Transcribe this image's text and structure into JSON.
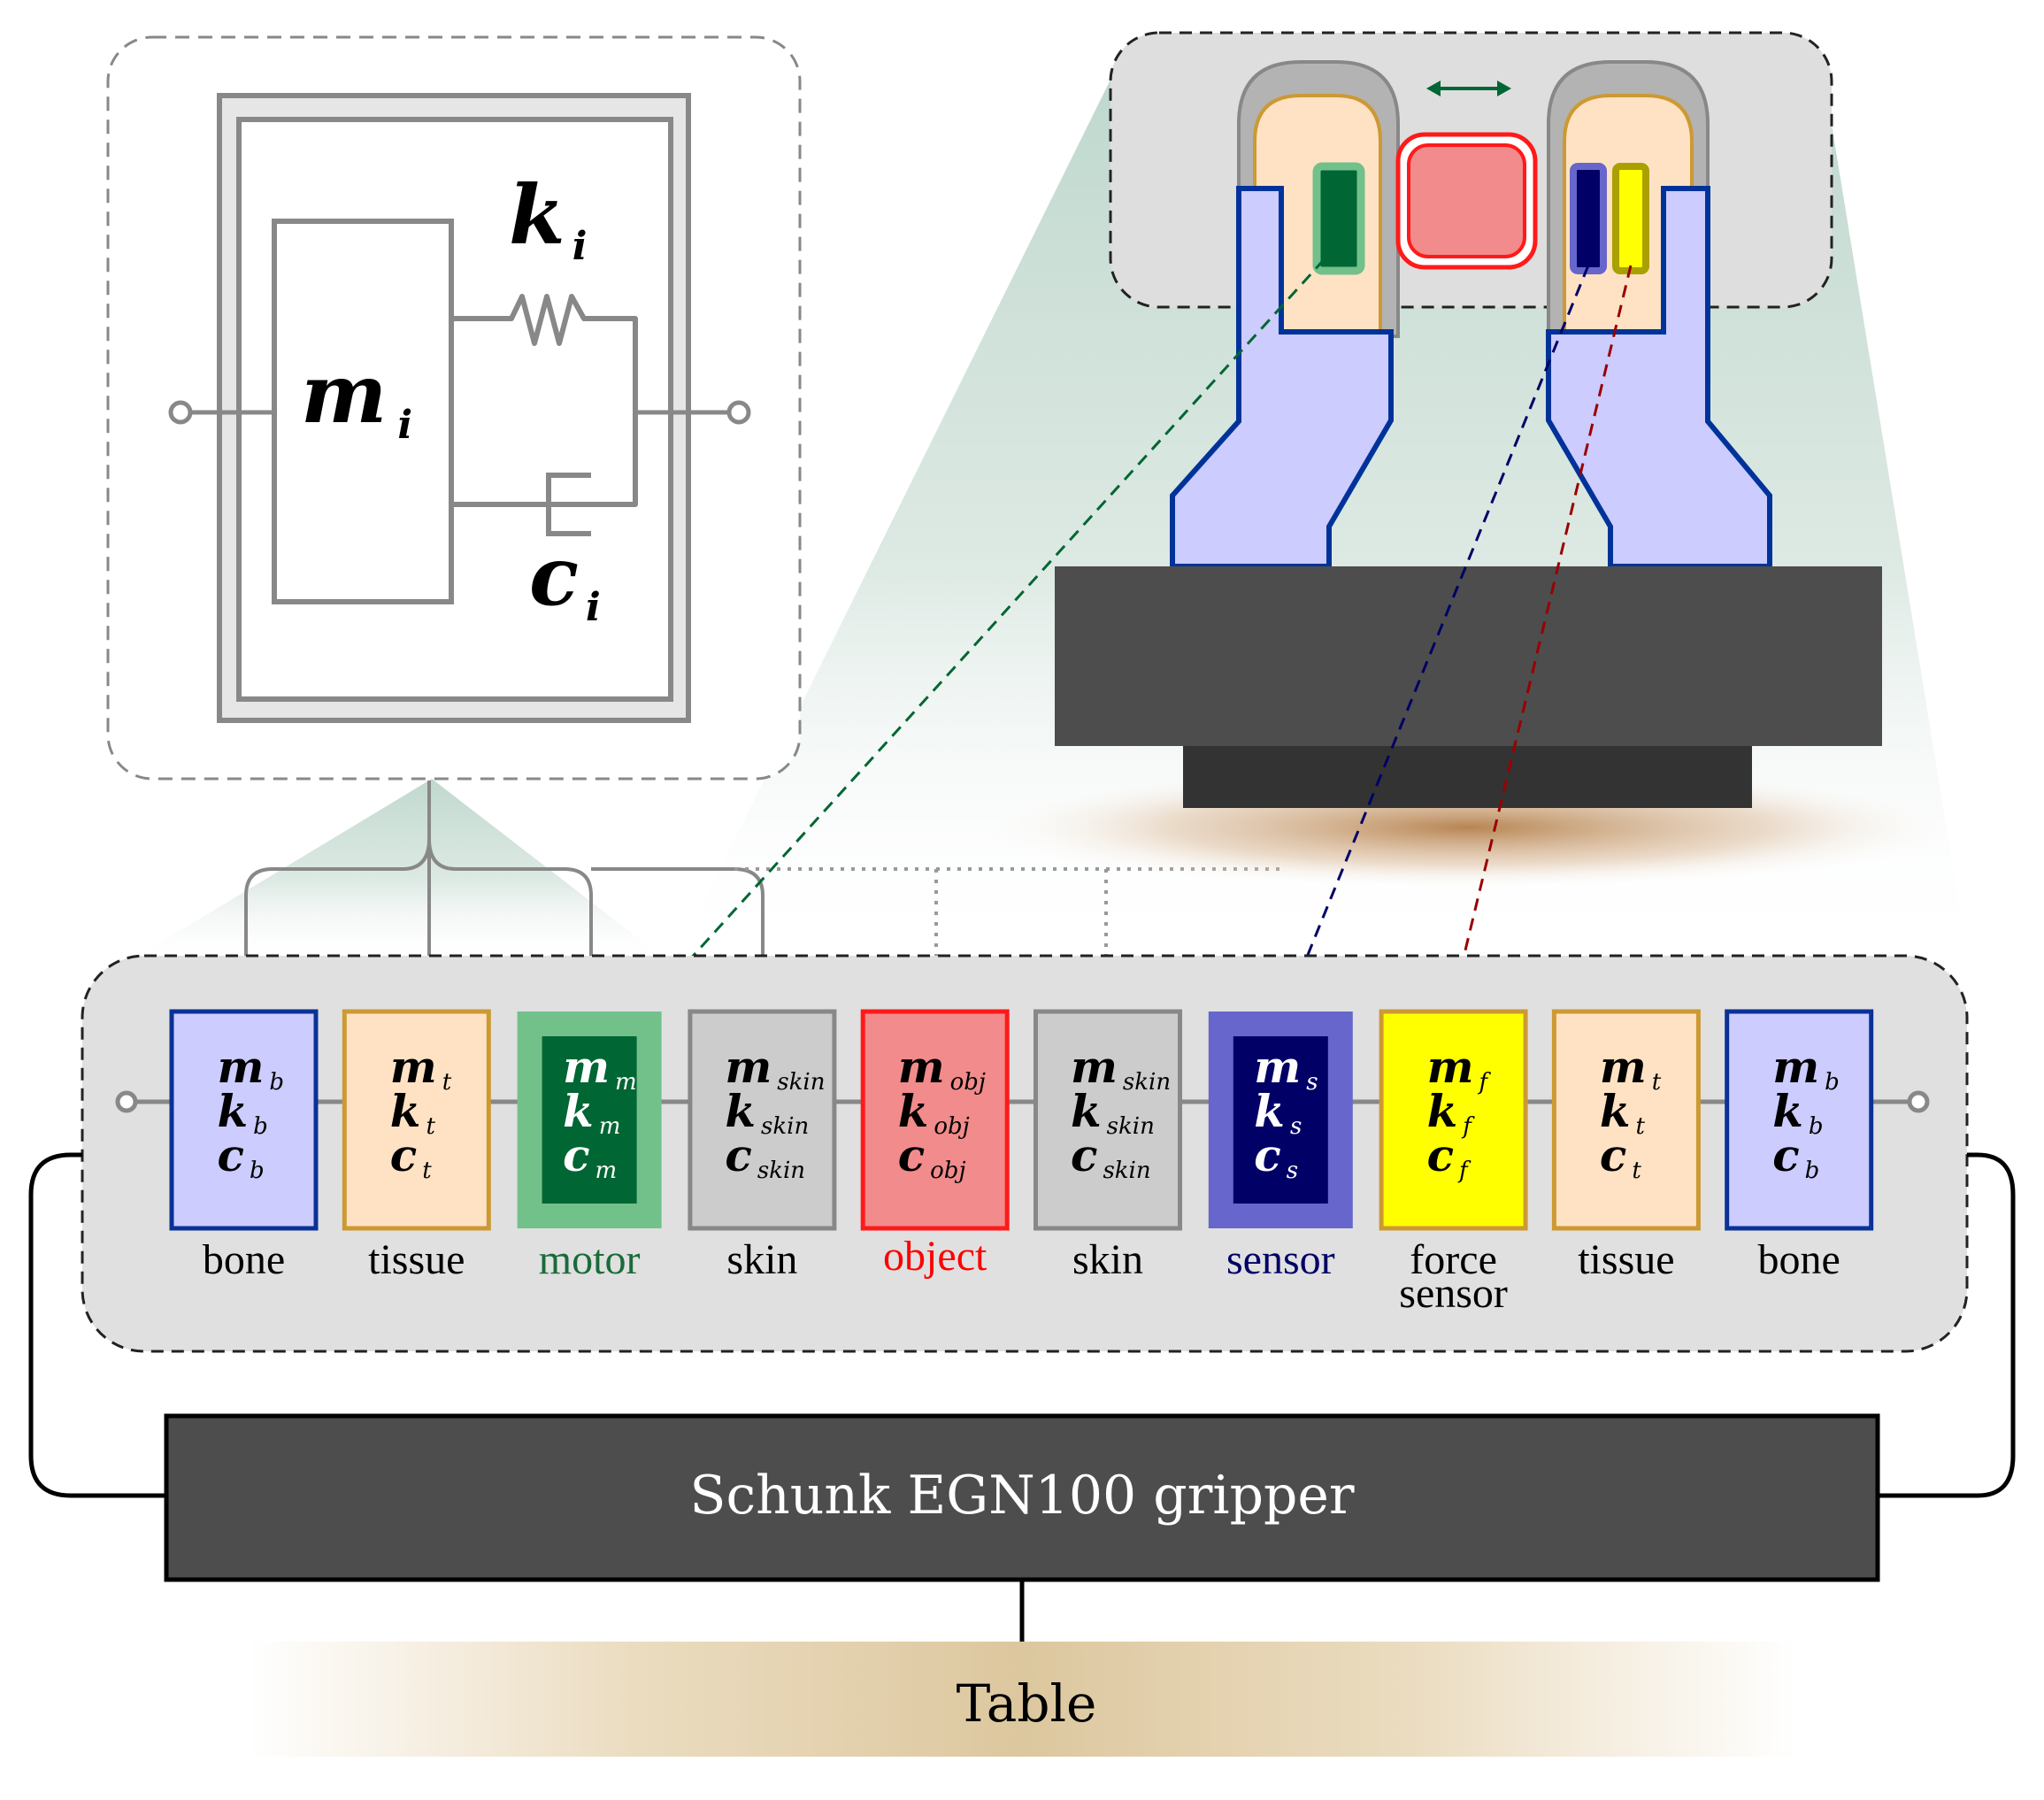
{
  "detail": {
    "mass": "m",
    "mass_sub": "i",
    "spring": "k",
    "spring_sub": "i",
    "damper": "c",
    "damper_sub": "i"
  },
  "elements": [
    {
      "label": "bone",
      "m": "m",
      "k": "k",
      "c": "c",
      "sub": "b",
      "fill": "#ccccff",
      "stroke": "#0a3296",
      "text": "#000000",
      "label_color": "#000000"
    },
    {
      "label": "tissue",
      "m": "m",
      "k": "k",
      "c": "c",
      "sub": "t",
      "fill": "#ffe2c4",
      "stroke": "#cc9933",
      "text": "#000000",
      "label_color": "#000000"
    },
    {
      "label": "motor",
      "m": "m",
      "k": "k",
      "c": "c",
      "sub": "m",
      "fill": "#006633",
      "stroke": "#72c08a",
      "text": "#ffffff",
      "label_color": "#1a6b3a"
    },
    {
      "label": "skin",
      "m": "m",
      "k": "k",
      "c": "c",
      "sub": "skin",
      "fill": "#cccccc",
      "stroke": "#888888",
      "text": "#000000",
      "label_color": "#000000"
    },
    {
      "label": "object",
      "m": "m",
      "k": "k",
      "c": "c",
      "sub": "obj",
      "fill": "#f28b8b",
      "stroke": "#ff1a1a",
      "text": "#000000",
      "label_color": "#ff0000"
    },
    {
      "label": "skin",
      "m": "m",
      "k": "k",
      "c": "c",
      "sub": "skin",
      "fill": "#cccccc",
      "stroke": "#888888",
      "text": "#000000",
      "label_color": "#000000"
    },
    {
      "label": "sensor",
      "m": "m",
      "k": "k",
      "c": "c",
      "sub": "s",
      "fill": "#000066",
      "stroke": "#6666cc",
      "text": "#ffffff",
      "label_color": "#000066"
    },
    {
      "label": "force",
      "label2": "sensor",
      "m": "m",
      "k": "k",
      "c": "c",
      "sub": "f",
      "fill": "#ffff00",
      "stroke": "#cc9933",
      "text": "#000000",
      "label_color": "#000000"
    },
    {
      "label": "tissue",
      "m": "m",
      "k": "k",
      "c": "c",
      "sub": "t",
      "fill": "#ffe2c4",
      "stroke": "#cc9933",
      "text": "#000000",
      "label_color": "#000000"
    },
    {
      "label": "bone",
      "m": "m",
      "k": "k",
      "c": "c",
      "sub": "b",
      "fill": "#ccccff",
      "stroke": "#0a3296",
      "text": "#000000",
      "label_color": "#000000"
    }
  ],
  "gripper": {
    "label": "Schunk EGN100 gripper"
  },
  "table": {
    "label": "Table"
  },
  "colors": {
    "gripper_body": "#4d4d4d",
    "finger_fill": "#ccccff",
    "finger_stroke": "#003399",
    "panel_fill": "#e0e0e0",
    "motor_line": "#006633",
    "sensor_line": "#000066",
    "force_line": "#990000",
    "connector": "#888888"
  }
}
